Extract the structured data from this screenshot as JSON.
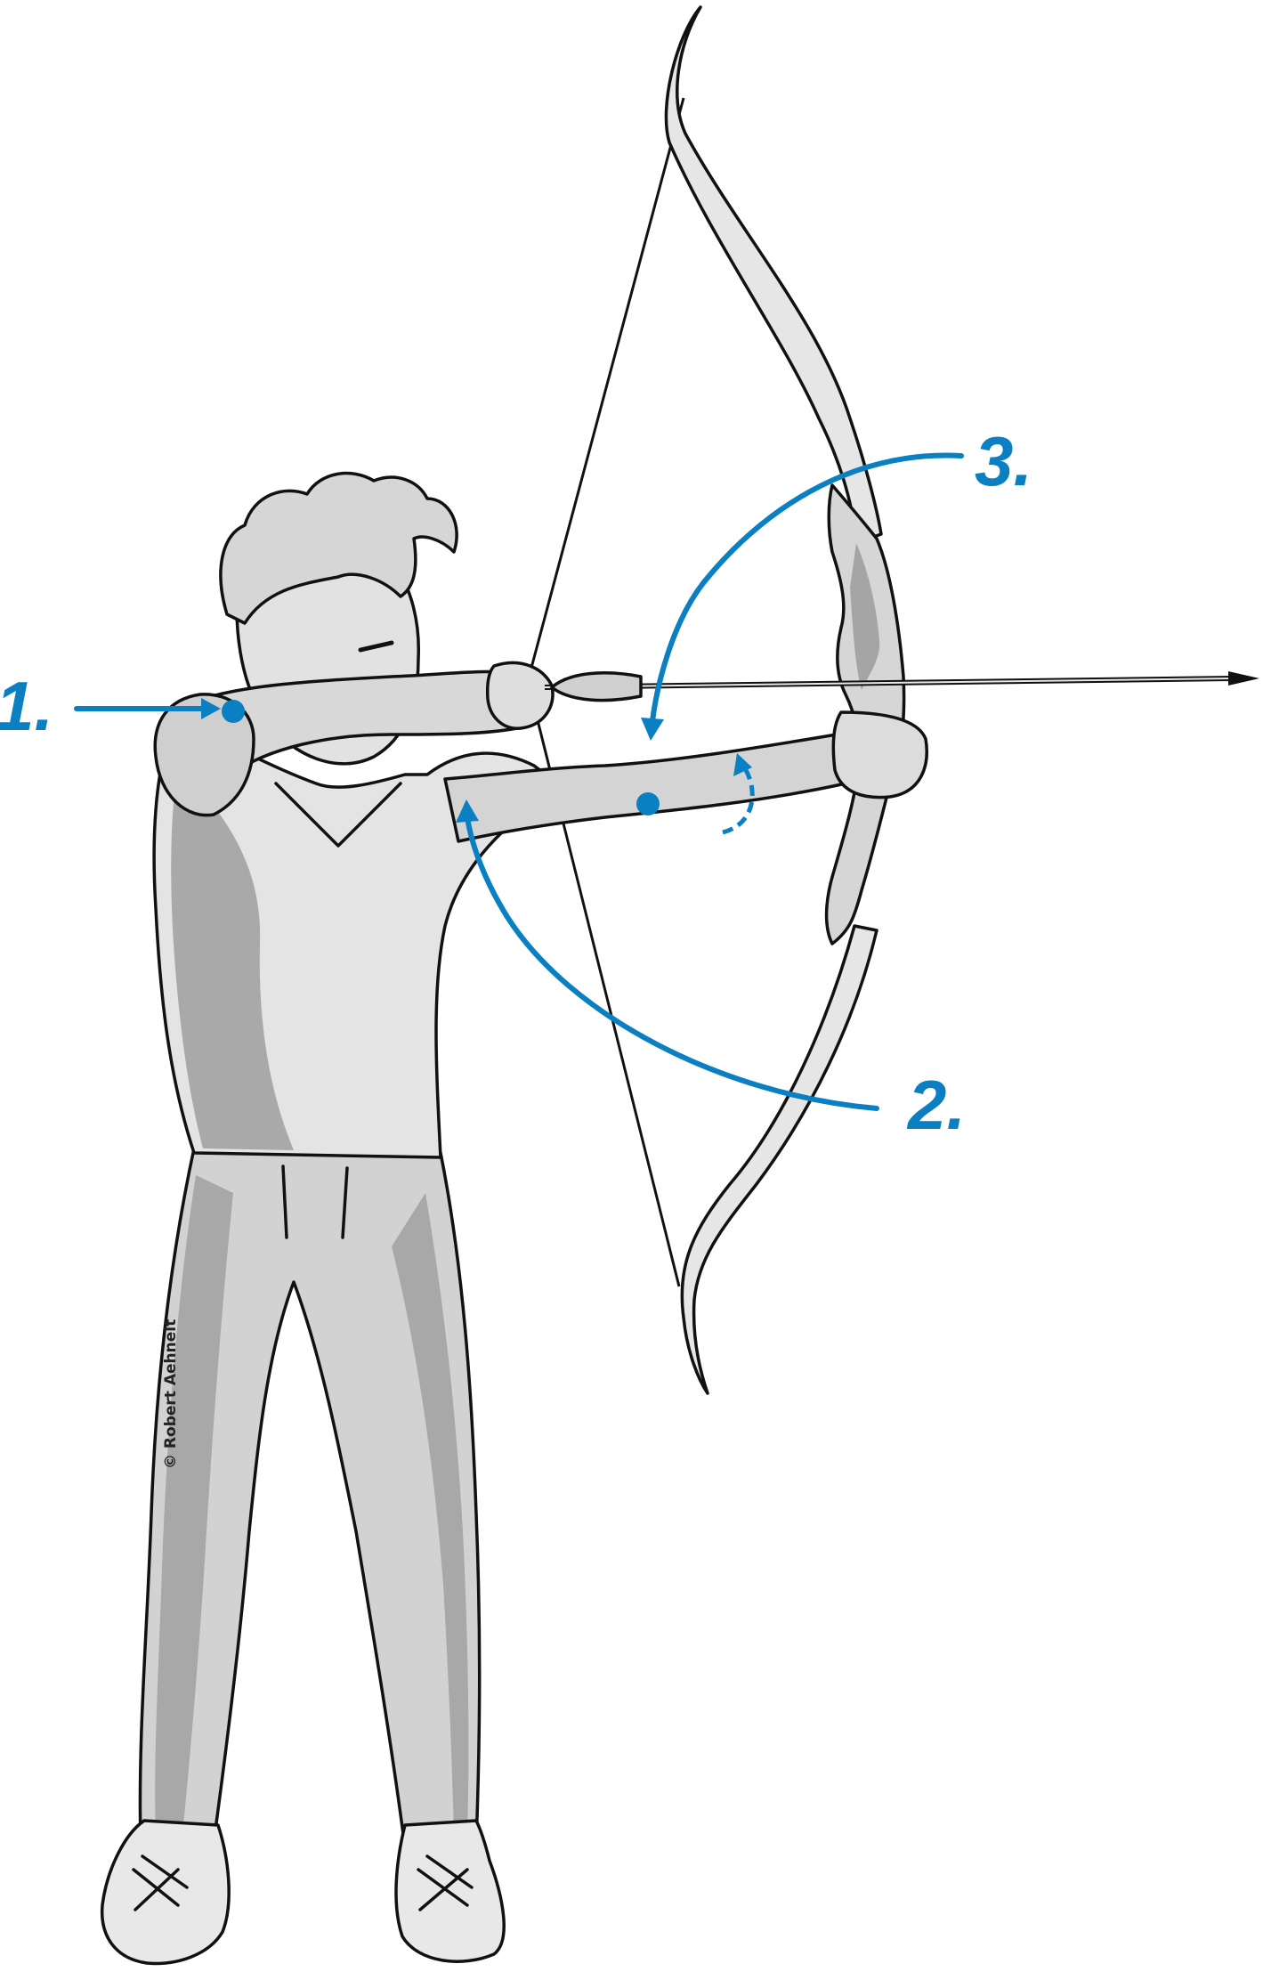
{
  "labels": {
    "one": "1.",
    "two": "2.",
    "three": "3."
  },
  "credit": "© Robert Aehnelt",
  "colors": {
    "annotation": "#0a7fc1",
    "figure_light": "#e4e4e4",
    "figure_mid": "#c9c9c9",
    "figure_dark": "#9d9d9d",
    "outline": "#111111"
  }
}
